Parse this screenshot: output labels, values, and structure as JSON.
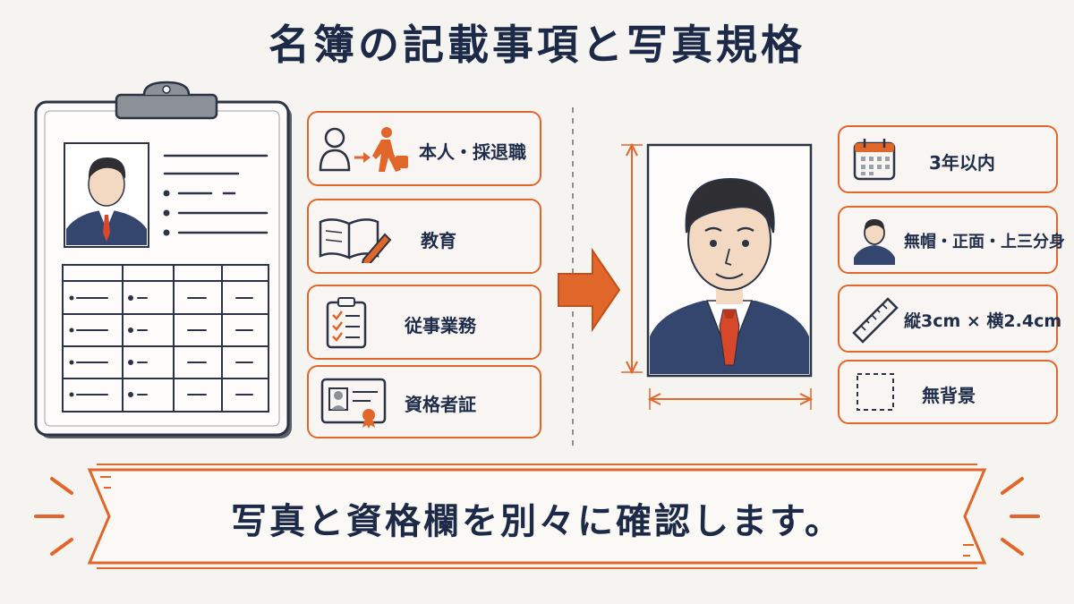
{
  "title": "名簿の記載事項と写真規格",
  "left_items": [
    {
      "label": "本人・採退職",
      "icon": "person-to-walker-icon"
    },
    {
      "label": "教育",
      "icon": "book-pencil-icon"
    },
    {
      "label": "従事業務",
      "icon": "checklist-icon"
    },
    {
      "label": "資格者証",
      "icon": "certificate-icon"
    }
  ],
  "right_items": [
    {
      "label": "3年以内",
      "icon": "calendar-icon"
    },
    {
      "label": "無帽・正面・上三分身",
      "icon": "bust-icon"
    },
    {
      "label": "縦3cm × 横2.4cm",
      "icon": "ruler-icon"
    },
    {
      "label": "無背景",
      "icon": "dashed-square-icon"
    }
  ],
  "banner": {
    "text": "写真と資格欄を別々に確認します。"
  },
  "colors": {
    "accent": "#e0662a",
    "navy": "#1c2a48",
    "background": "#f6f4f1"
  }
}
